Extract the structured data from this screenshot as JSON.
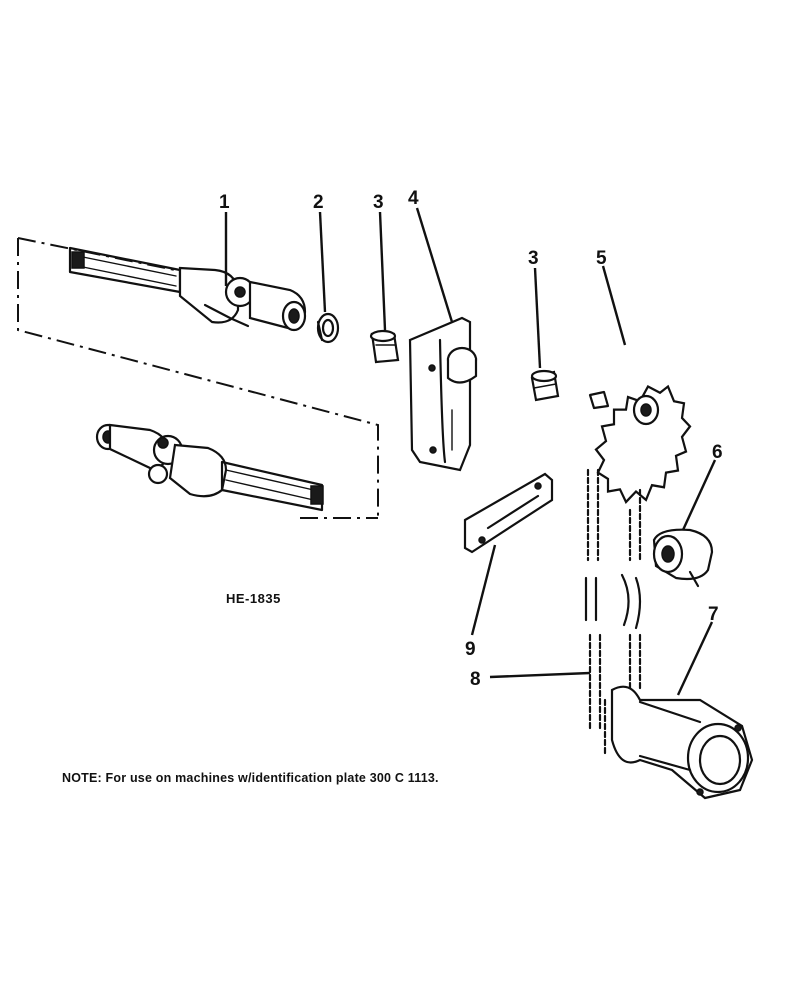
{
  "figure": {
    "code": "HE-1835",
    "note": "NOTE:  For use on machines w/identification plate 300 C 1113."
  },
  "callouts": {
    "c1": "1",
    "c2": "2",
    "c3a": "3",
    "c4": "4",
    "c3b": "3",
    "c5": "5",
    "c6": "6",
    "c7": "7",
    "c8": "8",
    "c9": "9"
  }
}
